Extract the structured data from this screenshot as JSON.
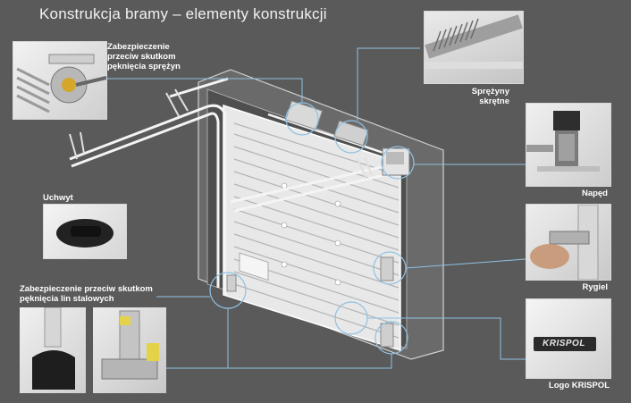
{
  "title": "Konstrukcja bramy – elementy konstrukcji",
  "labels": {
    "spring_break": [
      "Zabezpieczenie",
      "przeciw skutkom",
      "pęknięcia sprężyn"
    ],
    "torsion_springs": [
      "Sprężyny",
      "skrętne"
    ],
    "drive": "Napęd",
    "handle": "Uchwyt",
    "bolt": "Rygiel",
    "cable_break": [
      "Zabezpieczenie przeciw skutkom",
      "pęknięcia lin stalowych"
    ],
    "logo": "Logo KRISPOL"
  },
  "brand_logo_text": "KRISPOL",
  "colors": {
    "background": "#5a5a5a",
    "callout_line": "#8fc1e3",
    "door_panel": "#e9e9e9",
    "frame": "#c8c8c8"
  }
}
